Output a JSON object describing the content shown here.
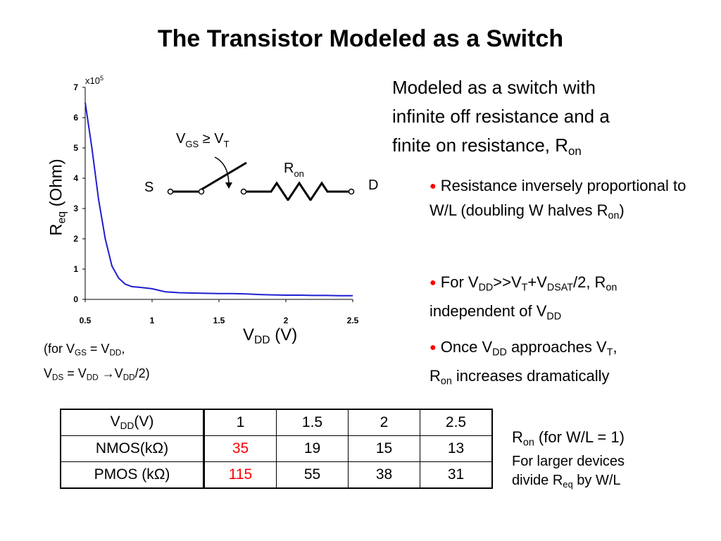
{
  "title": "The Transistor Modeled as a Switch",
  "chart_data": {
    "type": "line",
    "multiplier_label": "x10",
    "multiplier_exp": "5",
    "ylabel_main": "R",
    "ylabel_sub": "eq",
    "ylabel_unit": " (Ohm)",
    "xlabel_main": "V",
    "xlabel_sub": "DD",
    "xlabel_unit": " (V)",
    "xlim": [
      0.5,
      2.5
    ],
    "ylim": [
      0,
      7
    ],
    "xticks": [
      "0.5",
      "1",
      "1.5",
      "2",
      "2.5"
    ],
    "yticks": [
      "0",
      "1",
      "2",
      "3",
      "4",
      "5",
      "6",
      "7"
    ],
    "series": [
      {
        "color": "#1f1fd0",
        "x": [
          0.5,
          0.55,
          0.6,
          0.65,
          0.7,
          0.75,
          0.8,
          0.85,
          0.9,
          0.95,
          1.0,
          1.05,
          1.1,
          1.2,
          1.3,
          1.4,
          1.5,
          1.6,
          1.7,
          1.8,
          1.9,
          2.0,
          2.1,
          2.2,
          2.3,
          2.4,
          2.5
        ],
        "y": [
          6.5,
          5.0,
          3.3,
          2.0,
          1.1,
          0.7,
          0.5,
          0.42,
          0.4,
          0.38,
          0.35,
          0.3,
          0.25,
          0.22,
          0.21,
          0.2,
          0.19,
          0.19,
          0.18,
          0.16,
          0.15,
          0.14,
          0.14,
          0.13,
          0.13,
          0.12,
          0.12
        ]
      }
    ]
  },
  "schematic": {
    "gate_main": "V",
    "gate_sub": "GS",
    "gate_op": " ≥ V",
    "gate_sub2": "T",
    "ron_main": "R",
    "ron_sub": "on",
    "source": "S",
    "drain": "D"
  },
  "conditions": {
    "l1_a": "(for V",
    "l1_b": "GS",
    "l1_c": " = V",
    "l1_d": "DD",
    "l1_e": ",",
    "l2_a": "V",
    "l2_b": "DS",
    "l2_c": " = V",
    "l2_d": "DD",
    "l2_e": " →V",
    "l2_f": "DD",
    "l2_g": "/2)"
  },
  "description": {
    "l1": "Modeled as a switch with",
    "l2": "infinite off resistance and a",
    "l3_a": "finite on resistance, R",
    "l3_b": "on"
  },
  "bullets": {
    "b1_a": "Resistance inversely proportional to W/L (doubling W halves R",
    "b1_b": "on",
    "b1_c": ")",
    "b2_a": "For V",
    "b2_b": "DD",
    "b2_c": ">>V",
    "b2_d": "T",
    "b2_e": "+V",
    "b2_f": "DSAT",
    "b2_g": "/2, R",
    "b2_h": "on",
    "b2_i": " independent of V",
    "b2_j": "DD",
    "b3_a": "Once V",
    "b3_b": "DD",
    "b3_c": " approaches V",
    "b3_d": "T",
    "b3_e": ",",
    "b3_f": "R",
    "b3_g": "on",
    "b3_h": " increases dramatically"
  },
  "table": {
    "h_main": "V",
    "h_sub": "DD",
    "h_unit": "(V)",
    "headers": [
      "1",
      "1.5",
      "2",
      "2.5"
    ],
    "nmos_label": "NMOS(kΩ)",
    "nmos": [
      "35",
      "19",
      "15",
      "13"
    ],
    "pmos_label": "PMOS (kΩ)",
    "pmos": [
      "115",
      "55",
      "38",
      "31"
    ],
    "highlight_color": "#ff0000"
  },
  "ron_note": {
    "l1_a": "R",
    "l1_b": "on",
    "l1_c": "  (for W/L = 1)",
    "l2": "For larger devices",
    "l3_a": "divide R",
    "l3_b": "eq",
    "l3_c": " by W/L"
  }
}
